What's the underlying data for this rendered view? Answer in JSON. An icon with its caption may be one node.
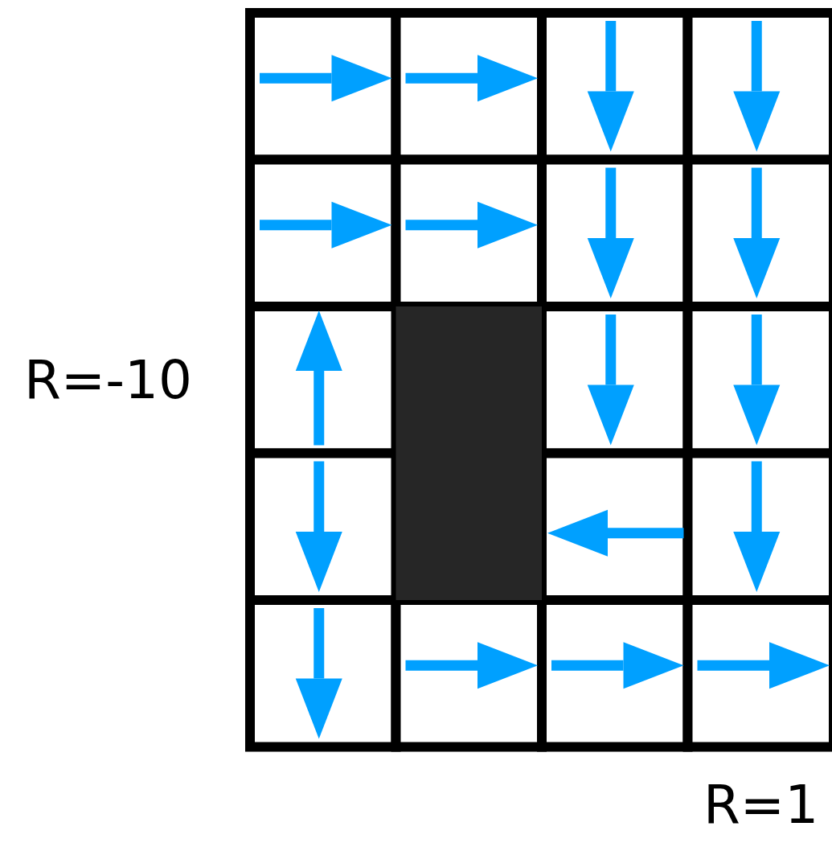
{
  "diagram": {
    "nodes": [
      {
        "text": [],
        "shape": "box"
      }
    ],
    "labels": [
      "R=-10",
      "R=1"
    ]
  }
}
